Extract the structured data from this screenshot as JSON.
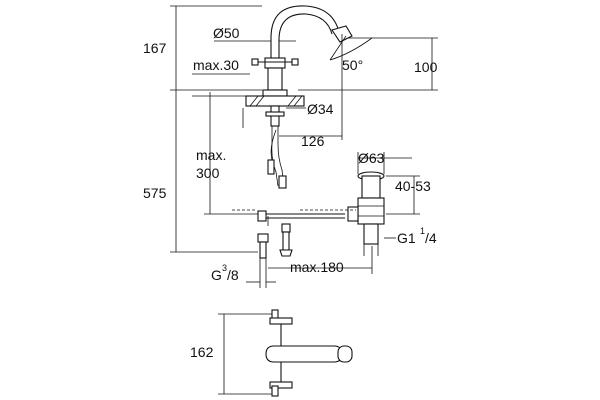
{
  "dimensions": {
    "total_height": "575",
    "spout_height": "167",
    "spout_diameter": "Ø50",
    "max_deck": "max.30",
    "reach": "100",
    "angle": "50°",
    "base_diameter": "Ø34",
    "spout_reach": "126",
    "hose_max_label": "max.",
    "hose_max_value": "300",
    "popup_diameter": "Ø63",
    "popup_range": "40-53",
    "waste_thread_main": "G1",
    "waste_thread_num": "1",
    "waste_thread_den": "/4",
    "supply_thread_main": "G",
    "supply_thread_num": "3",
    "supply_thread_den": "/8",
    "supply_max": "max.180",
    "top_view_depth": "162"
  }
}
